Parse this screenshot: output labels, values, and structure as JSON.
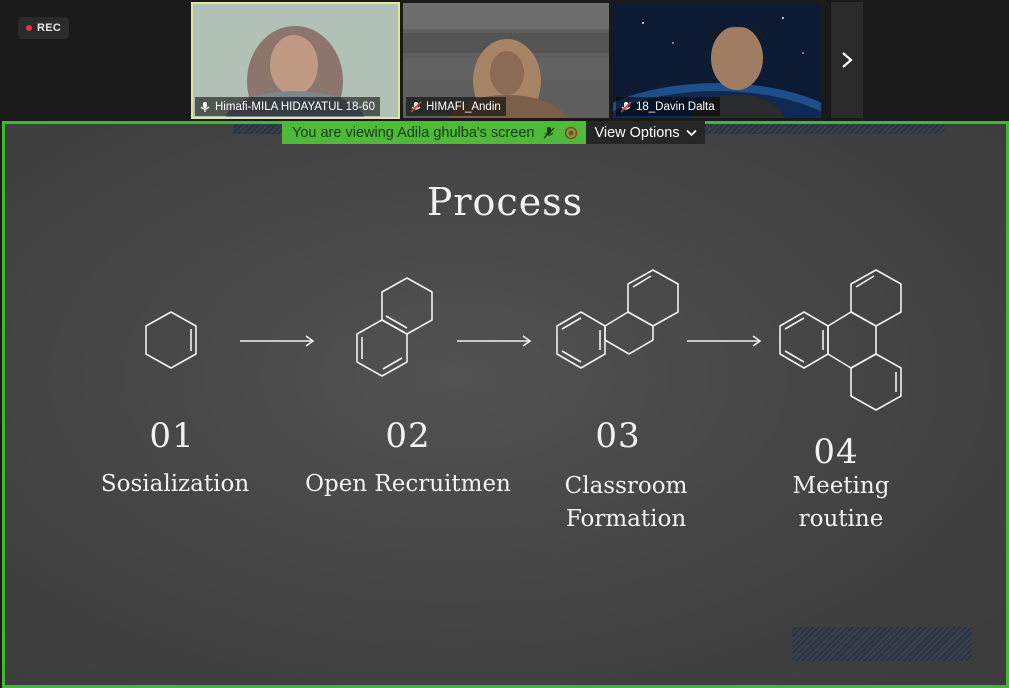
{
  "recording": {
    "label": "REC"
  },
  "participants": [
    {
      "name": "Himafi-MILA HIDAYATUL 18-60",
      "status_icon": "mic-pin-icon",
      "active": true
    },
    {
      "name": "HIMAFI_Andin",
      "status_icon": "mic-muted-icon",
      "active": false
    },
    {
      "name": "18_Davin Dalta",
      "status_icon": "mic-muted-icon",
      "active": false
    }
  ],
  "share_banner": {
    "text": "You are viewing Adila ghulba's screen",
    "view_options_label": "View Options"
  },
  "slide": {
    "title": "Process",
    "steps": [
      {
        "number": "01",
        "label": "Sosialization"
      },
      {
        "number": "02",
        "label": "Open Recruitmen"
      },
      {
        "number": "03",
        "label_line1": "Classroom",
        "label_line2": "Formation"
      },
      {
        "number": "04",
        "label_line1": "Meeting",
        "label_line2": "routine"
      }
    ]
  },
  "colors": {
    "share_border": "#3fb934",
    "banner_bg": "#4fb939",
    "rec_dot": "#e0383e"
  }
}
